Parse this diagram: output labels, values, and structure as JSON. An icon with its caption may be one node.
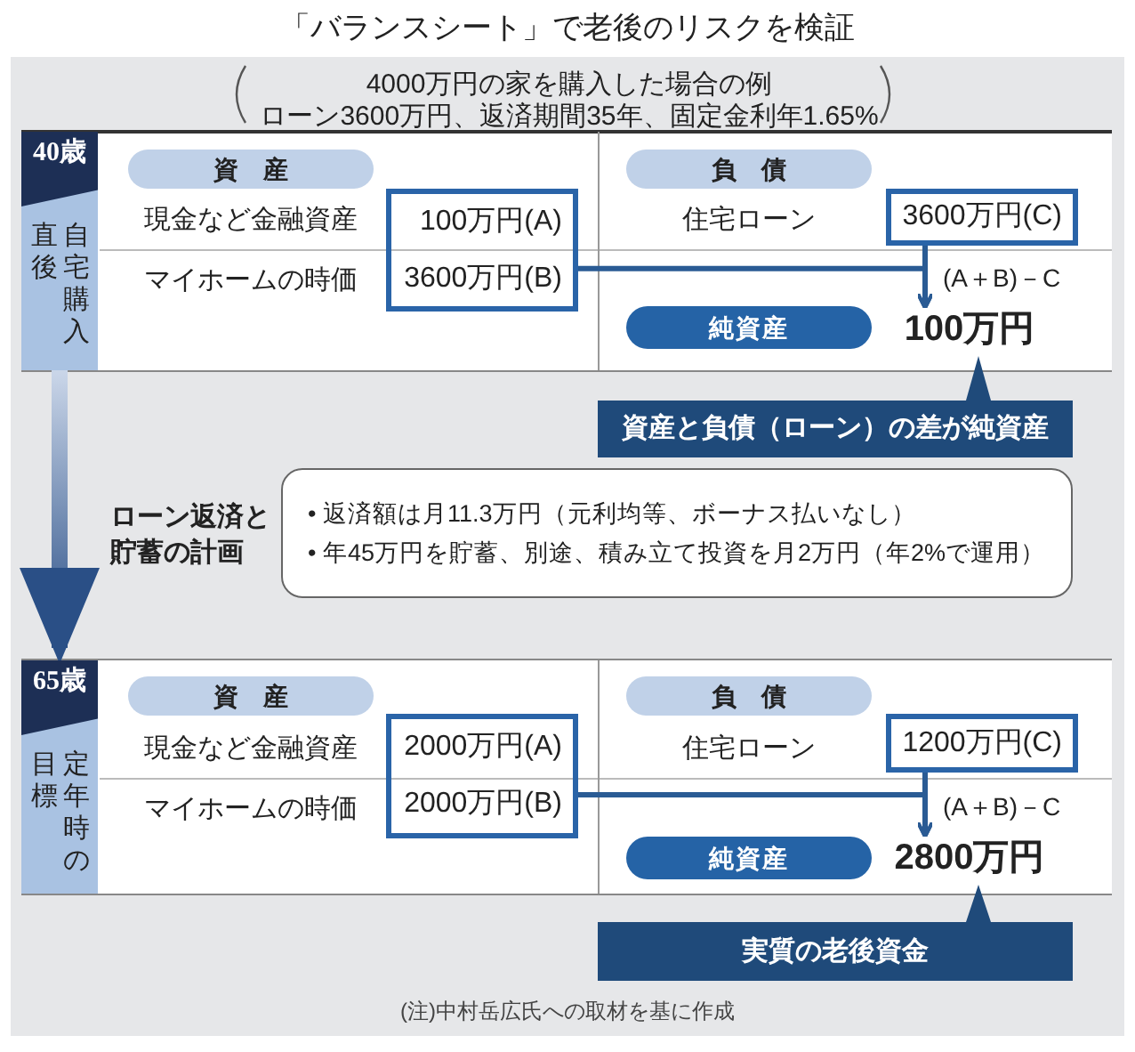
{
  "diagram": {
    "title": "「バランスシート」で老後のリスクを検証",
    "caption": "(注)中村岳広氏への取材を基に作成",
    "nodes": [
      {
        "text": [
          "40歳",
          "自宅購入直後"
        ]
      },
      {
        "text": [
          "資産"
        ]
      },
      {
        "text": [
          "100万円(A)",
          "3600万円(B)"
        ]
      },
      {
        "text": [
          "負債"
        ]
      },
      {
        "text": [
          "3600万円(C)"
        ]
      },
      {
        "text": [
          "純資産"
        ]
      },
      {
        "text": [
          "100万円"
        ]
      },
      {
        "text": [
          "資産と負債（ローン）の差が純資産"
        ]
      },
      {
        "text": [
          "• 返済額は月11.3万円（元利均等、ボーナス払いなし）",
          "• 年45万円を貯蓄、別途、積み立て投資を月2万円（年2%で運用）"
        ],
        "beside": [
          "ローン返済と貯蓄の計画"
        ]
      },
      {
        "text": [
          "65歳",
          "定年時の目標"
        ]
      },
      {
        "text": [
          "資産"
        ]
      },
      {
        "text": [
          "2000万円(A)",
          "2000万円(B)"
        ]
      },
      {
        "text": [
          "負債"
        ]
      },
      {
        "text": [
          "1200万円(C)"
        ]
      },
      {
        "text": [
          "純資産"
        ]
      },
      {
        "text": [
          "2800万円"
        ]
      },
      {
        "text": [
          "実質の老後資金"
        ]
      }
    ],
    "edges": [
      {
        "from": 2,
        "to": 6,
        "arrow": "to"
      },
      {
        "from": 4,
        "to": 6,
        "arrow": "to"
      },
      {
        "from": 7,
        "to": 6,
        "arrow": "to"
      },
      {
        "from": 0,
        "to": 9,
        "arrow": "to",
        "style": "thick"
      },
      {
        "from": 11,
        "to": 15,
        "arrow": "to"
      },
      {
        "from": 13,
        "to": 15,
        "arrow": "to"
      },
      {
        "from": 16,
        "to": 15,
        "arrow": "to"
      }
    ],
    "labels": [
      "4000万円の家を購入した場合の例",
      "ローン3600万円、返済期間35年、固定金利年1.65%",
      "現金など金融資産",
      "マイホームの時価",
      "住宅ローン",
      "(A＋B)－C",
      "現金など金融資産",
      "マイホームの時価",
      "住宅ローン",
      "(A＋B)－C"
    ]
  }
}
